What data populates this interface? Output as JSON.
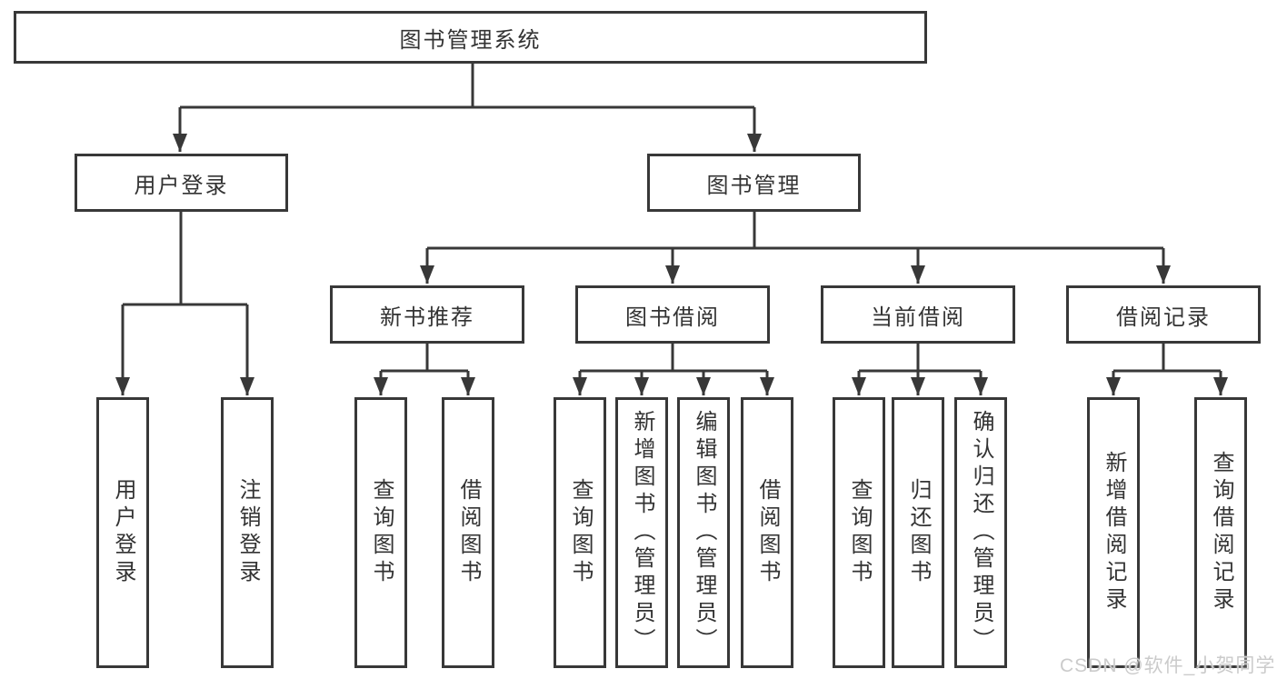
{
  "root": {
    "label": "图书管理系统"
  },
  "level2": {
    "user_login": "用户登录",
    "book_management": "图书管理"
  },
  "level3": {
    "new_book": "新书推荐",
    "borrowing": "图书借阅",
    "current": "当前借阅",
    "records": "借阅记录"
  },
  "leaves": {
    "user_login": [
      "用户登录",
      "注销登录"
    ],
    "new_book": [
      "查询图书",
      "借阅图书"
    ],
    "borrowing": [
      "查询图书",
      "新增图书（管理员）",
      "编辑图书（管理员）",
      "借阅图书"
    ],
    "current": [
      "查询图书",
      "归还图书",
      "确认归还（管理员）"
    ],
    "records": [
      "新增借阅记录",
      "查询借阅记录"
    ]
  },
  "watermark": {
    "text": "CSDN @软件_小贺同学"
  },
  "colors": {
    "line": "#383838",
    "text": "#333333",
    "background": "#ffffff",
    "watermark": "#cbcbcb"
  }
}
